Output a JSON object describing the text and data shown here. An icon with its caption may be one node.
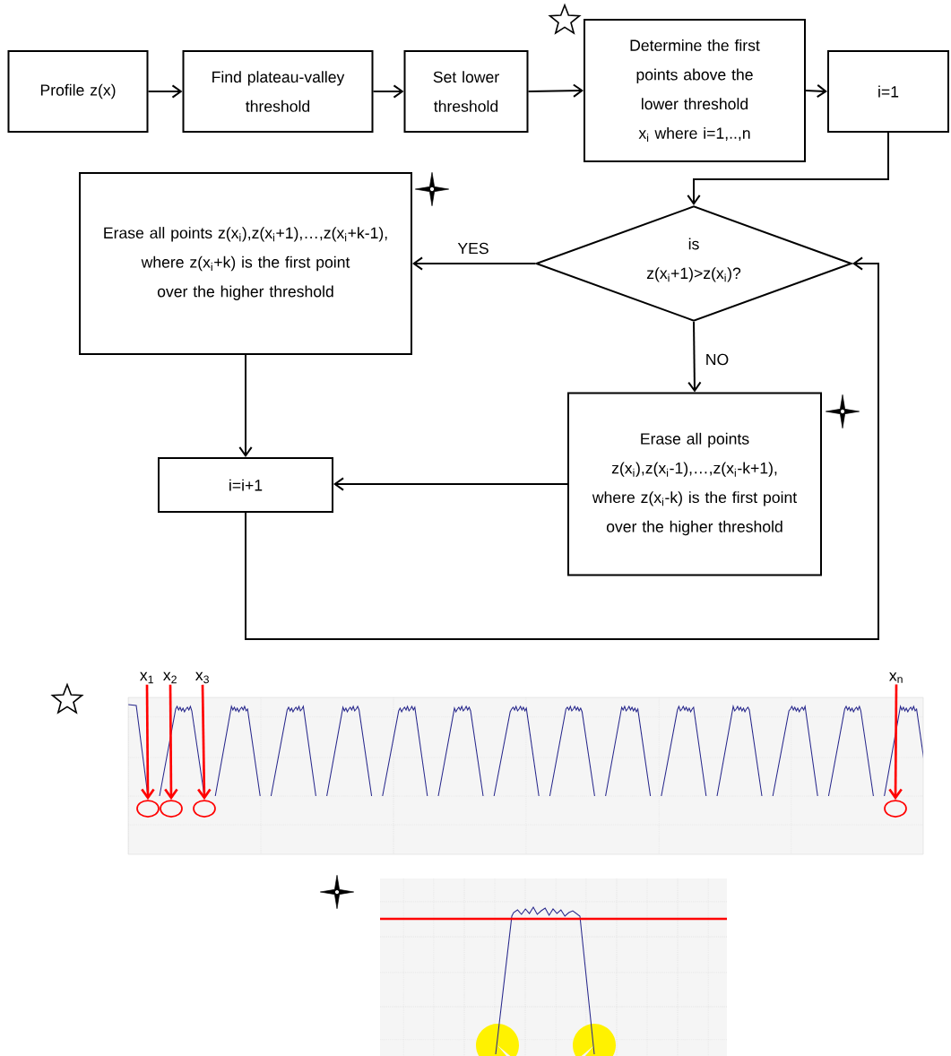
{
  "diagram": {
    "nodes": [
      {
        "text": [
          "Profile z(x)"
        ]
      },
      {
        "text": [
          "Find plateau-valley threshold"
        ]
      },
      {
        "text": [
          "Set lower threshold"
        ]
      },
      {
        "text": [
          "Determine the first points above the lower threshold x$_{i}$ where i=1,..,n"
        ]
      },
      {
        "text": [
          "i=1"
        ]
      },
      {
        "text": [
          "is z(x$_{i}$+1)>z(x$_{i}$)?"
        ]
      },
      {
        "text": [
          "Erase all points z(x$_{i}$),z(x$_{i}$+1),…,z(x$_{i}$+k-1), where z(x$_{i}$+k) is the first point over the higher threshold"
        ]
      },
      {
        "text": [
          "Erase all points z(x$_{i}$),z(x$_{i}$-1),…,z(x$_{i}$-k+1), where z(x$_{i}$-k) is the first point over the higher threshold"
        ]
      },
      {
        "text": [
          "i=i+1"
        ]
      },
      {
        "text": [
          "x$_{1}$"
        ]
      },
      {
        "text": [
          "x$_{2}$"
        ]
      },
      {
        "text": [
          "x$_{3}$"
        ]
      },
      {
        "text": [
          "x$_{n}$"
        ]
      },
      {
        "text": [],
        "shape": "circle"
      },
      {
        "text": [],
        "shape": "circle"
      },
      {
        "text": [],
        "shape": "circle"
      },
      {
        "text": [],
        "shape": "circle"
      }
    ],
    "edges": [
      {
        "from": 0,
        "to": 1,
        "arrow": "to"
      },
      {
        "from": 1,
        "to": 2,
        "arrow": "to"
      },
      {
        "from": 2,
        "to": 3,
        "arrow": "to"
      },
      {
        "from": 3,
        "to": 4,
        "arrow": "to"
      },
      {
        "from": 4,
        "to": 5,
        "arrow": "to"
      },
      {
        "from": 5,
        "to": 6,
        "arrow": "to",
        "label": "YES"
      },
      {
        "from": 5,
        "to": 7,
        "arrow": "to",
        "label": "NO"
      },
      {
        "from": 6,
        "to": 8,
        "arrow": "to"
      },
      {
        "from": 7,
        "to": 8,
        "arrow": "to"
      },
      {
        "from": 8,
        "to": 5,
        "arrow": "to"
      },
      {
        "from": 9,
        "to": 13,
        "arrow": "to",
        "color": "#ff0000"
      },
      {
        "from": 10,
        "to": 14,
        "arrow": "to",
        "color": "#ff0000"
      },
      {
        "from": 11,
        "to": 15,
        "arrow": "to",
        "color": "#ff0000"
      },
      {
        "from": 12,
        "to": 16,
        "arrow": "to",
        "color": "#ff0000"
      }
    ]
  }
}
